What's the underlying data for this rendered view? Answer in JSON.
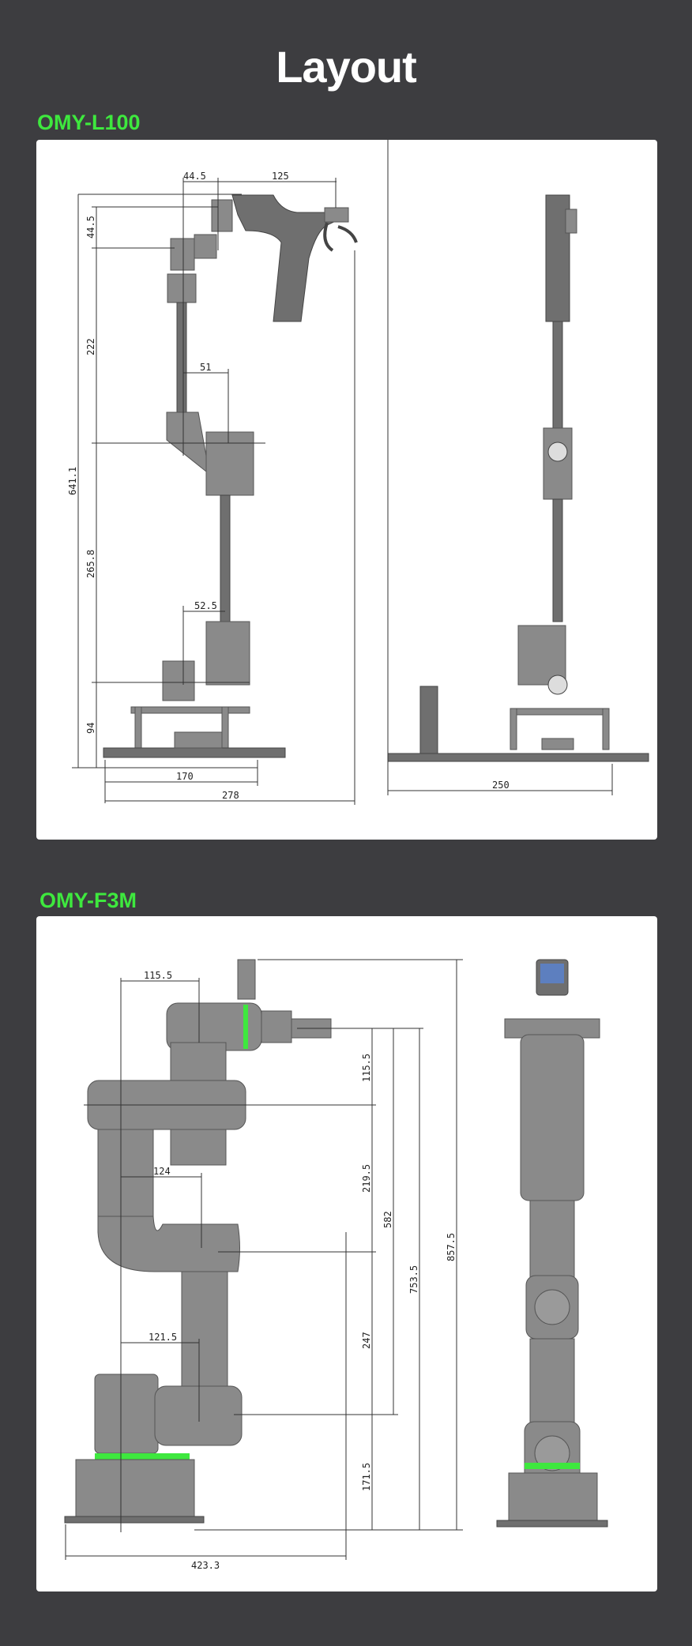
{
  "title": "Layout",
  "models": [
    {
      "name": "OMY-L100",
      "dimensions": {
        "top_offset": "44.5",
        "reach_top": "125",
        "overall_height": "641.1",
        "link_top": "44.5",
        "link_upper": "222",
        "link_lower": "265.8",
        "base_height": "94",
        "offset_upper": "51",
        "offset_lower": "52.5",
        "base_width": "170",
        "overall_width": "278",
        "side_width": "250"
      }
    },
    {
      "name": "OMY-F3M",
      "dimensions": {
        "offset_top": "115.5",
        "offset_mid": "124",
        "offset_low": "121.5",
        "base_width": "423.3",
        "link_1": "115.5",
        "link_2": "219.5",
        "link_3": "247",
        "link_4": "171.5",
        "span_582": "582",
        "span_753": "753.5",
        "overall_height": "857.5"
      },
      "accent": "#3ee83e"
    }
  ]
}
